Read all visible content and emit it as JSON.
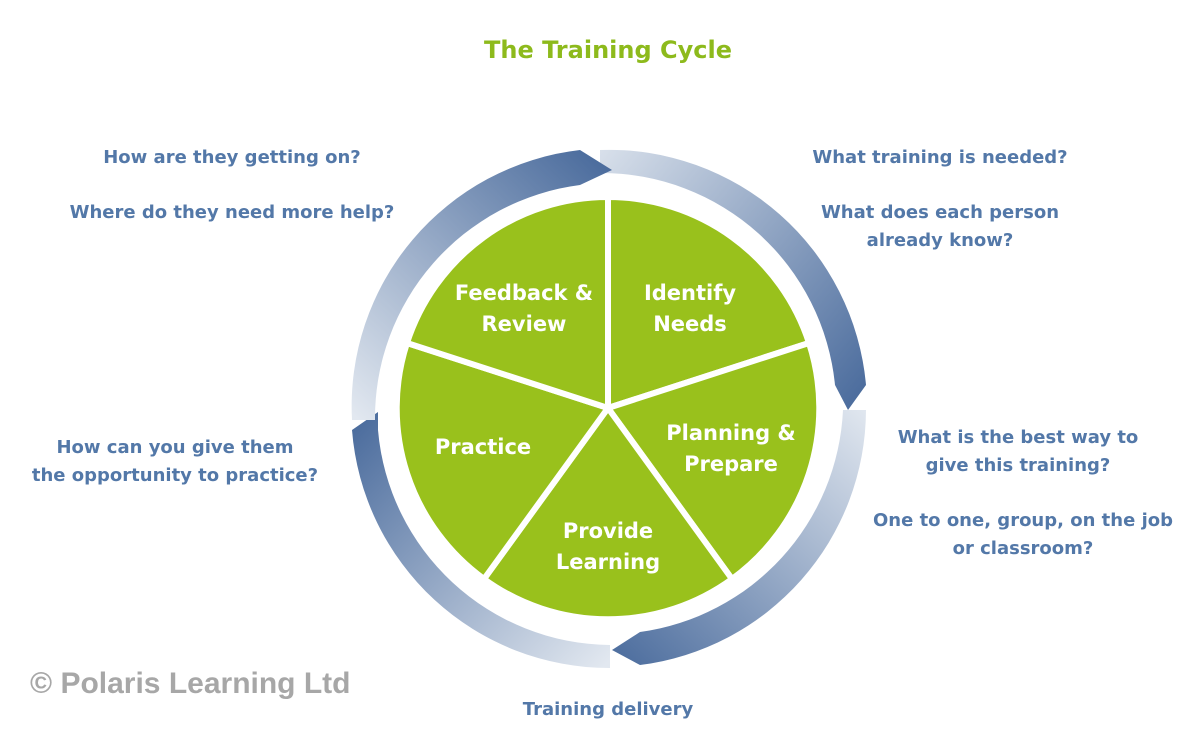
{
  "title": "The Training Cycle",
  "stages": [
    {
      "id": "identify",
      "lines": [
        "Identify",
        "Needs"
      ]
    },
    {
      "id": "planning",
      "lines": [
        "Planning &",
        "Prepare"
      ]
    },
    {
      "id": "provide",
      "lines": [
        "Provide",
        "Learning"
      ]
    },
    {
      "id": "practice",
      "lines": [
        "Practice"
      ]
    },
    {
      "id": "feedback",
      "lines": [
        "Feedback &",
        "Review"
      ]
    }
  ],
  "questions": {
    "feedback_1": "How are they getting on?",
    "feedback_2": "Where do they need more help?",
    "identify_1": "What training is needed?",
    "identify_2a": "What does each person",
    "identify_2b": "already know?",
    "planning_1a": "What is the best way to",
    "planning_1b": "give this training?",
    "planning_2a": "One to one, group, on the job",
    "planning_2b": "or classroom?",
    "practice_1a": "How can you give them",
    "practice_1b": "the opportunity to practice?",
    "provide_1": "Training delivery"
  },
  "copyright": "© Polaris Learning Ltd",
  "colors": {
    "title": "#8dba1c",
    "segment": "#99c11c",
    "segment_border": "#ffffff",
    "arrow_dark": "#4f6f9f",
    "arrow_light": "#dfe6ef",
    "question_text": "#5378a8",
    "copyright": "#a7a7a7"
  }
}
